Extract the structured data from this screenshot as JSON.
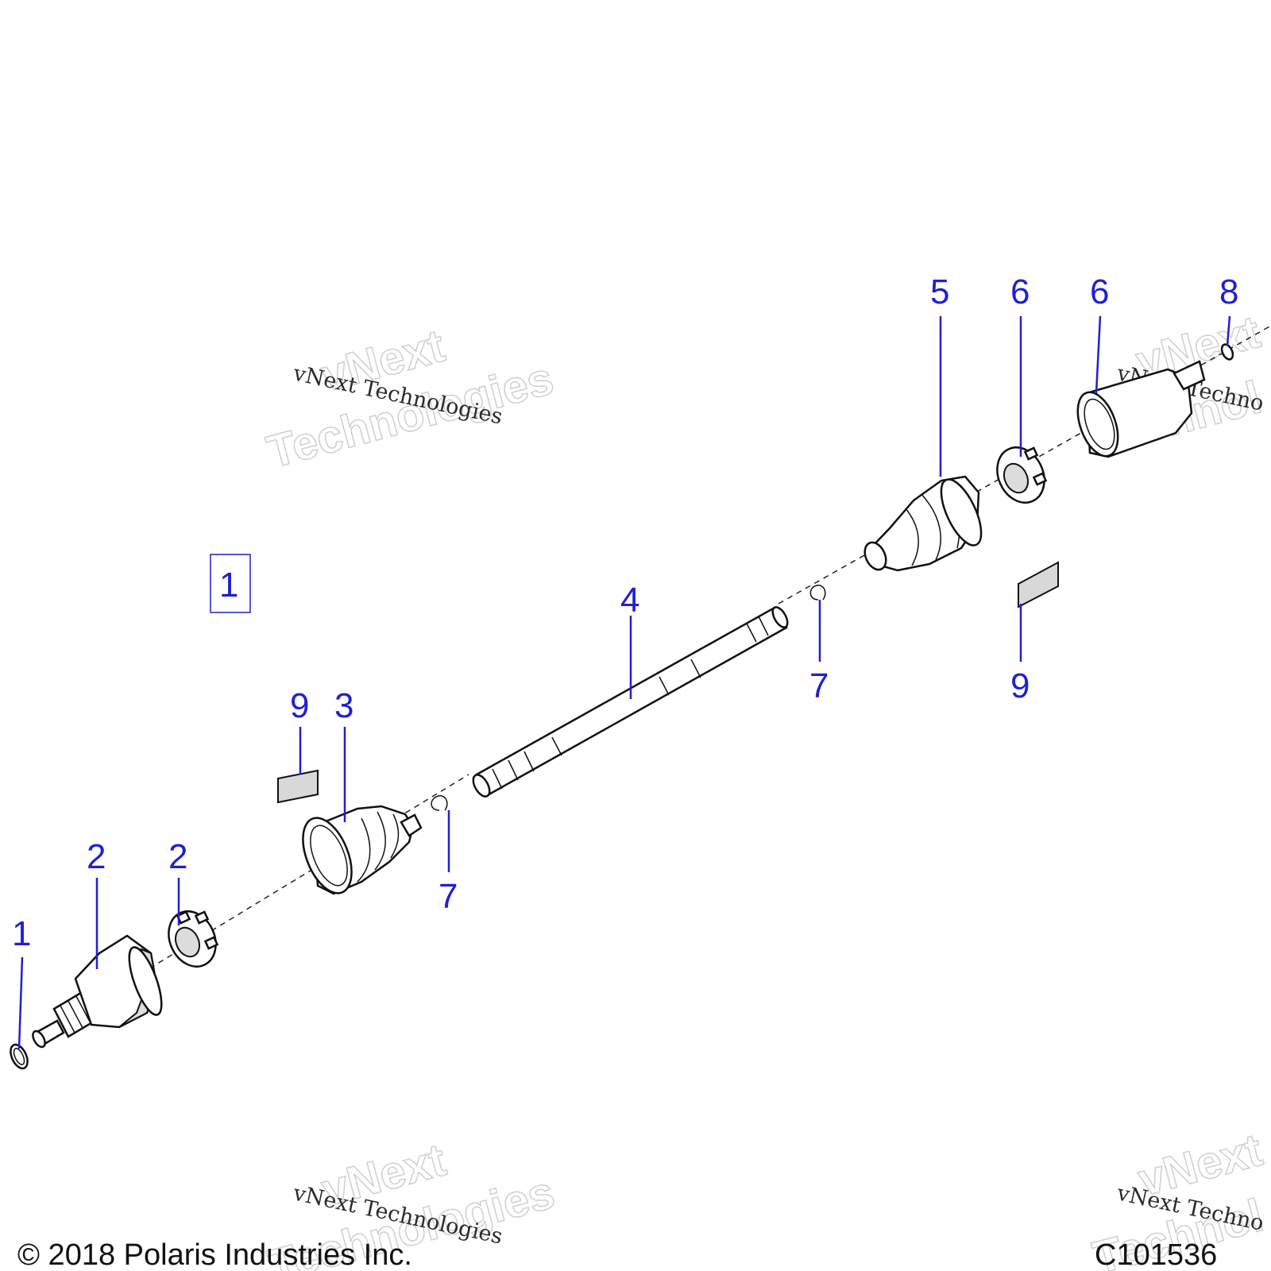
{
  "callouts": {
    "c1_box": "1",
    "c1": "1",
    "c2a": "2",
    "c2b": "2",
    "c3": "3",
    "c4": "4",
    "c5": "5",
    "c6a": "6",
    "c6b": "6",
    "c7a": "7",
    "c7b": "7",
    "c8": "8",
    "c9a": "9",
    "c9b": "9"
  },
  "watermark": {
    "big_line1": "vNext",
    "big_line2": "Technologies",
    "small": "vNext Technologies",
    "big_line1_right": "vNext",
    "big_line2_right": "Technol",
    "small_right": "vNext Techno"
  },
  "footer": {
    "copyright": "© 2018 Polaris Industries Inc.",
    "figure_id": "C101536"
  },
  "colors": {
    "callout": "#1f1fd6",
    "line_art": "#111111",
    "watermark": "#cfcfcf"
  }
}
